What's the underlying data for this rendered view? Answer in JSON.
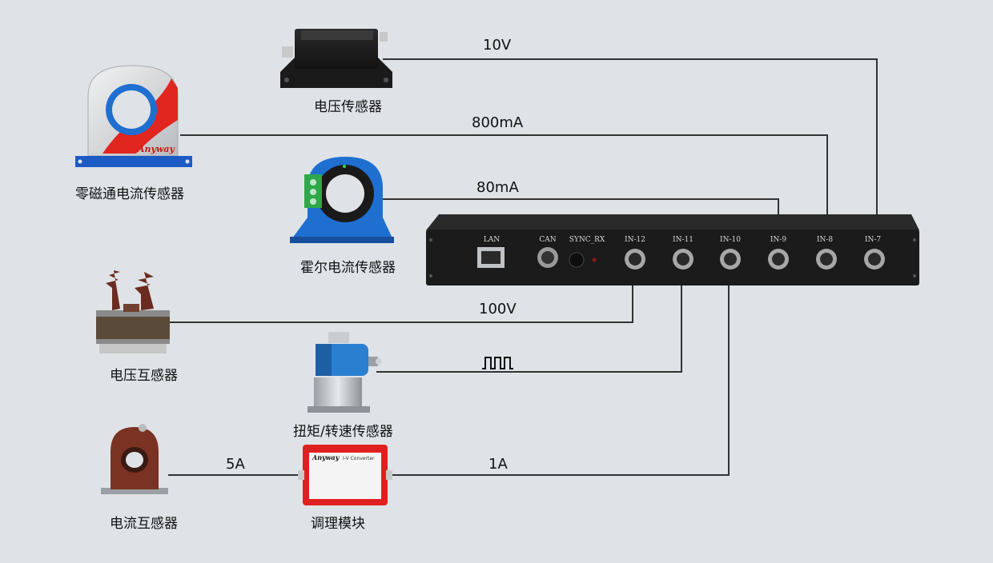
{
  "devices": {
    "voltage_sensor": "电压传感器",
    "zero_flux_sensor": "零磁通电流传感器",
    "hall_sensor": "霍尔电流传感器",
    "voltage_transformer": "电压互感器",
    "torque_sensor": "扭矩/转速传感器",
    "current_transformer": "电流互感器",
    "conditioning_module": "调理模块"
  },
  "signals": {
    "voltage_sensor": "10V",
    "zero_flux_sensor": "800mA",
    "hall_sensor": "80mA",
    "voltage_transformer": "100V",
    "current_transformer": "5A",
    "conditioning_module": "1A"
  },
  "brand": "Anyway",
  "converter_title": "I-V Converter",
  "panel": {
    "ports": [
      "LAN",
      "CAN",
      "SYNC_RX",
      "IN-12",
      "IN-11",
      "IN-10",
      "IN-9",
      "IN-8",
      "IN-7"
    ]
  },
  "colors": {
    "background": "#dfe3e7",
    "wire": "#333333",
    "panel": "#1b1b1b",
    "hall_blue": "#1f6fd1",
    "module_red": "#e02020",
    "ct_brown": "#7a3222"
  }
}
